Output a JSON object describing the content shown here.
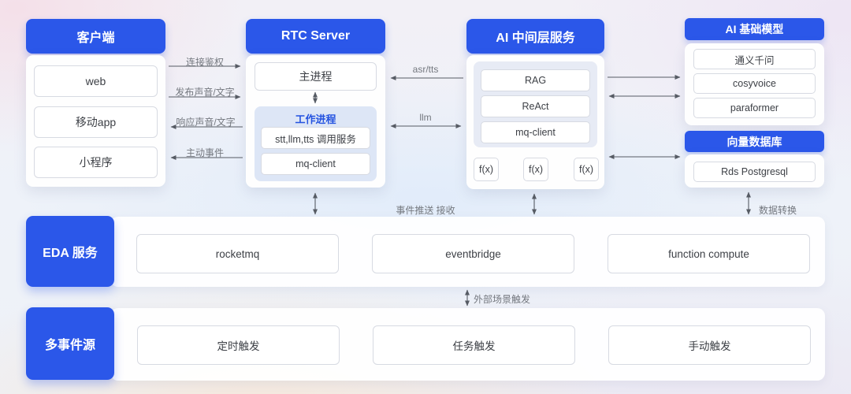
{
  "colors": {
    "accent": "#2b57e9",
    "worker_panel": "#dde6f6",
    "inner_panel": "#e7ebf5",
    "label_gray": "#74787f"
  },
  "client": {
    "title": "客户端",
    "items": [
      "web",
      "移动app",
      "小程序"
    ]
  },
  "rtc": {
    "title": "RTC Server",
    "main_process": "主进程",
    "worker": {
      "title": "工作进程",
      "items": [
        "stt,llm,tts 调用服务",
        "mq-client"
      ]
    }
  },
  "ai_mid": {
    "title": "AI 中间层服务",
    "items": [
      "RAG",
      "ReAct",
      "mq-client"
    ],
    "fx": [
      "f(x)",
      "f(x)",
      "f(x)"
    ]
  },
  "ai_base": {
    "title": "AI 基础模型",
    "items": [
      "通义千问",
      "cosyvoice",
      "paraformer"
    ]
  },
  "vector_db": {
    "title": "向量数据库",
    "items": [
      "Rds Postgresql"
    ]
  },
  "eda": {
    "title": "EDA 服务",
    "items": [
      "rocketmq",
      "eventbridge",
      "function compute"
    ]
  },
  "event_sources": {
    "title": "多事件源",
    "items": [
      "定时触发",
      "任务触发",
      "手动触发"
    ]
  },
  "edge_labels": {
    "auth": "连接鉴权",
    "publish": "发布声音/文字",
    "respond": "响应声音/文字",
    "active_event": "主动事件",
    "asr_tts": "asr/tts",
    "llm": "llm",
    "event_push": "事件推送 接收",
    "data_transform": "数据转换",
    "external_trigger": "外部场景触发"
  }
}
